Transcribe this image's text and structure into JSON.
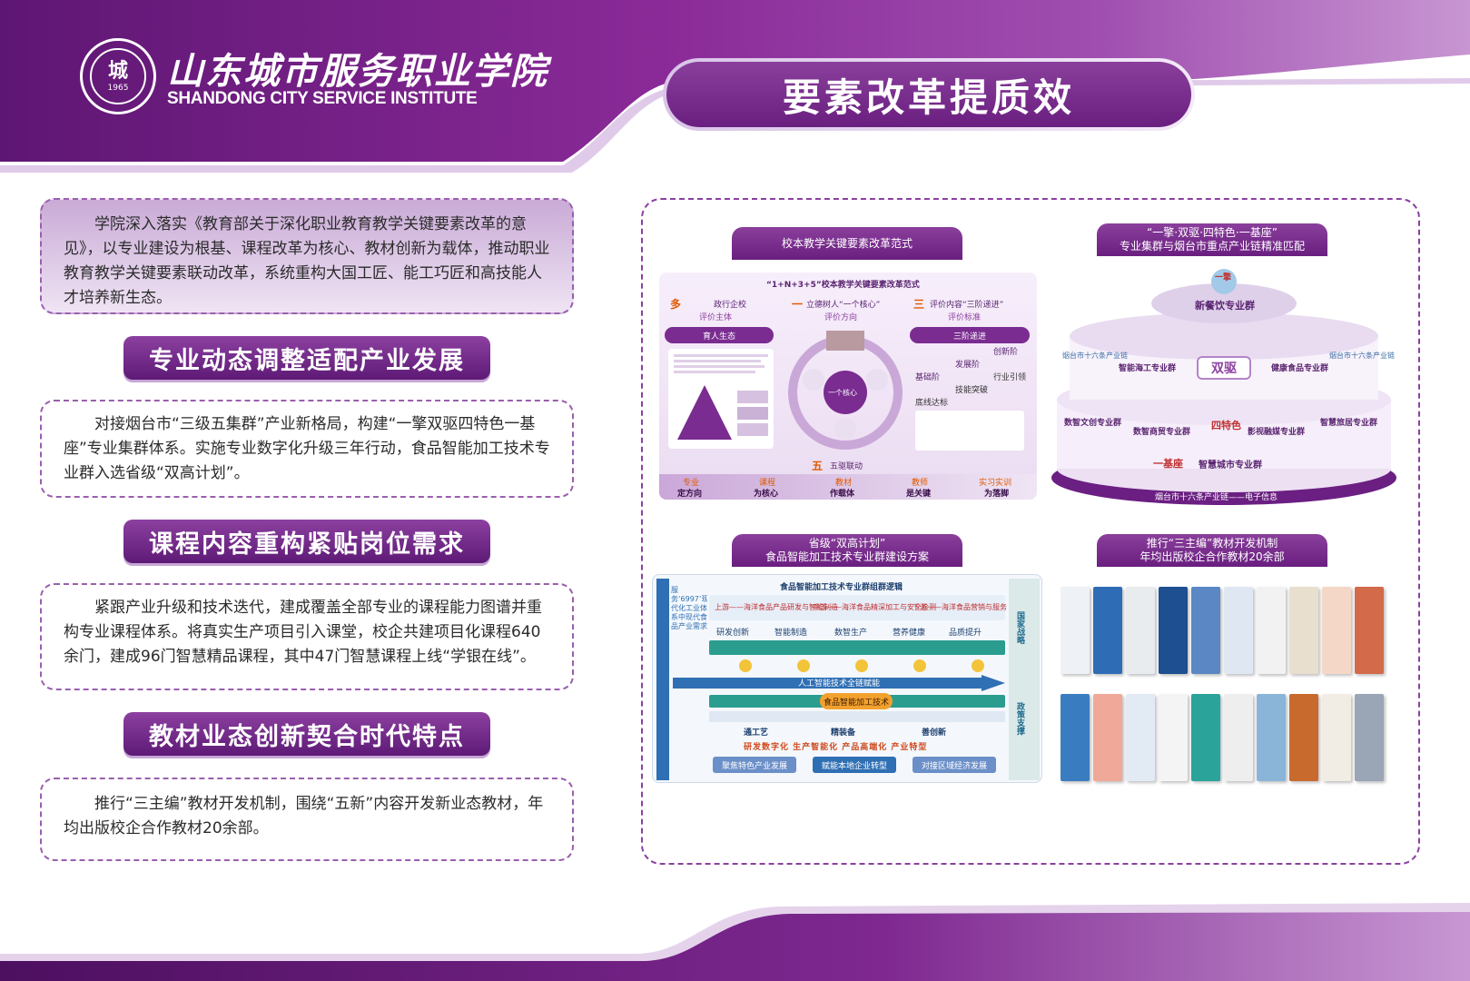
{
  "header": {
    "logo_cn": "山东城市服务职业学院",
    "logo_en": "SHANDONG CITY SERVICE INSTITUTE",
    "logo_year": "1965",
    "title": "要素改革提质效"
  },
  "intro": "学院深入落实《教育部关于深化职业教育教学关键要素改革的意见》，以专业建设为根基、课程改革为核心、教材创新为载体，推动职业教育教学关键要素联动改革，系统重构大国工匠、能工巧匠和高技能人才培养新生态。",
  "sections": [
    {
      "heading": "专业动态调整适配产业发展",
      "body": "对接烟台市“三级五集群”产业新格局，构建“一擎双驱四特色一基座”专业集群体系。实施专业数字化升级三年行动，食品智能加工技术专业群入选省级“双高计划”。"
    },
    {
      "heading": "课程内容重构紧贴岗位需求",
      "body": "紧跟产业升级和技术迭代，建成覆盖全部专业的课程能力图谱并重构专业课程体系。将真实生产项目引入课堂，校企共建项目化课程640余门，建成96门智慧精品课程，其中47门智慧课程上线“学银在线”。"
    },
    {
      "heading": "教材业态创新契合时代特点",
      "body": "推行“三主编”教材开发机制，围绕“五新”内容开发新业态教材，年均出版校企合作教材20余部。"
    }
  ],
  "panels": {
    "p1": {
      "label": "校本教学关键要素改革范式",
      "title": "“1+N+3+5”校本教学关键要素改革范式",
      "col1_tag": "多",
      "col1_head": "政行企校",
      "col1_sub": "评价主体",
      "col1_bar": "育人生态",
      "col2_tag": "一",
      "col2_head": "立德树人“一个核心”",
      "col2_sub": "评价方向",
      "col2_core": "一个核心",
      "col3_tag": "三",
      "col3_head": "评价内容“三阶递进”",
      "col3_sub": "评价标准",
      "col3_bar": "三阶递进",
      "col3_steps": [
        "基础阶",
        "发展阶",
        "创新阶"
      ],
      "col3_notes": [
        "底线达标",
        "技能突破",
        "行业引领"
      ],
      "five_tag": "五",
      "five_label": "五驱联动",
      "bottom": [
        {
          "top": "专业",
          "bot": "定方向"
        },
        {
          "top": "课程",
          "bot": "为核心"
        },
        {
          "top": "教材",
          "bot": "作载体"
        },
        {
          "top": "教师",
          "bot": "是关键"
        },
        {
          "top": "实习实训",
          "bot": "为落脚"
        }
      ]
    },
    "p2": {
      "label_line1": "“一擎·双驱·四特色·一基座”",
      "label_line2": "专业集群与烟台市重点产业链精准匹配",
      "engine": "一擎",
      "top_cluster": "新餐饮专业群",
      "drive": "双驱",
      "left_cluster": "智能海工专业群",
      "right_cluster": "健康食品专业群",
      "feature": "四特色",
      "features": [
        "数智文创专业群",
        "数智商贸专业群",
        "影视融媒专业群",
        "智慧旅居专业群"
      ],
      "base_tag": "一基座",
      "base": "智慧城市专业群",
      "chain": "烟台市十六条产业链——电子信息",
      "left_note": "烟台市十六条产业链",
      "right_note": "烟台市十六条产业链"
    },
    "p3": {
      "label_line1": "省级“双高计划”",
      "label_line2": "食品智能加工技术专业群建设方案",
      "title": "食品智能加工技术专业群组群逻辑",
      "flow": [
        "上游——海洋食品产品研发与智能制造",
        "中游——海洋食品精深加工与安全检测",
        "下游——海洋食品营销与服务"
      ],
      "steps": [
        "研发创新",
        "智能制造",
        "数智生产",
        "营养健康",
        "品质提升"
      ],
      "arrow": "人工智能技术全链赋能",
      "core": "食品智能加工技术",
      "slogans": [
        "通工艺",
        "精装备",
        "善创新"
      ],
      "motto": "研发数字化 生产智能化 产品高端化 产业特型",
      "bottom": [
        "聚焦特色产业发展",
        "赋能本地企业转型",
        "对接区域经济发展"
      ],
      "side_left": "服务‘6997’现代化工业体系中现代食品产业需求",
      "side_right_top": "国家战略",
      "side_right_bot": "政策支撑"
    },
    "p4": {
      "label_line1": "推行“三主编”教材开发机制",
      "label_line2": "年均出版校企合作教材20余部"
    }
  },
  "colors": {
    "primary": "#6a1f80",
    "accent": "#8c40a0",
    "light": "#efe4f4"
  }
}
